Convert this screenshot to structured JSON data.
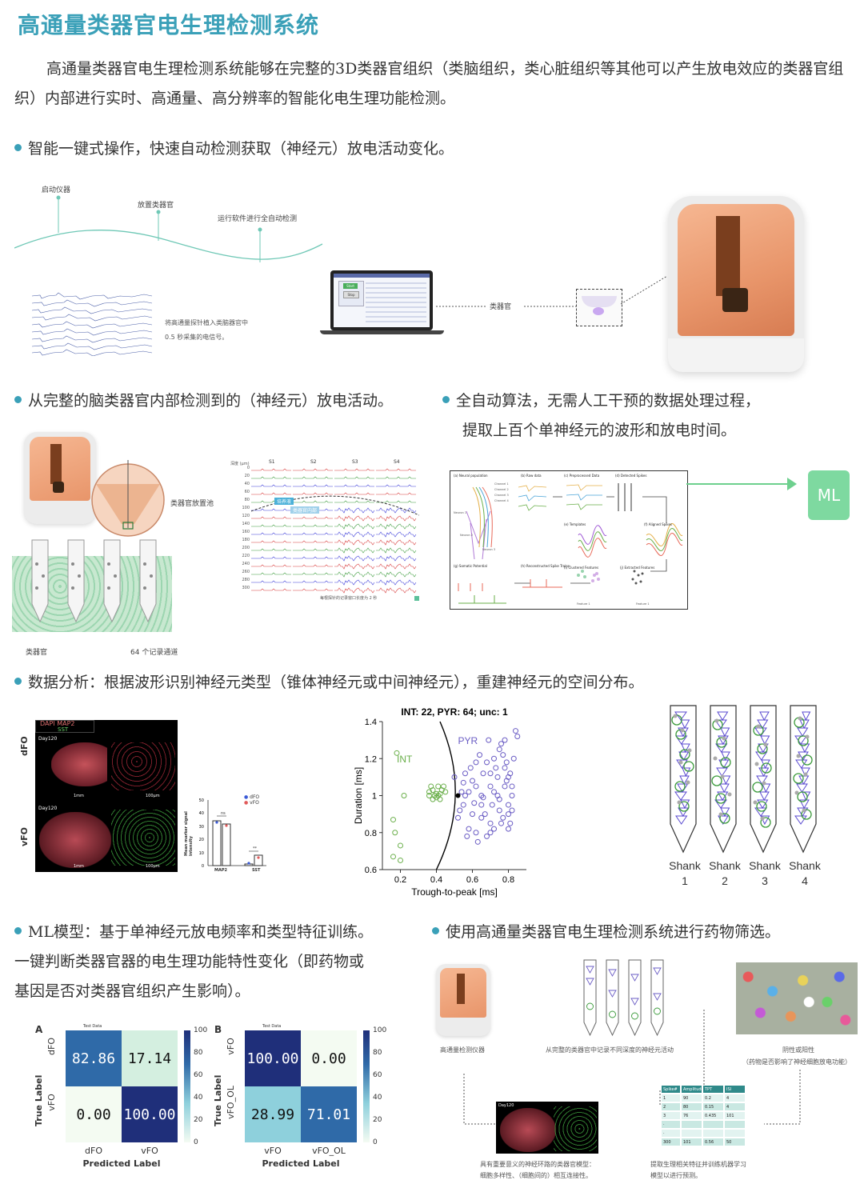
{
  "title": "高通量类器官电生理检测系统",
  "intro": "高通量类器官电生理检测系统能够在完整的3D类器官组织（类脑组织，类心脏组织等其他可以产生放电效应的类器官组织）内部进行实时、高通量、高分辨率的智能化电生理功能检测。",
  "section1": {
    "heading": "智能一键式操作，快速自动检测获取（神经元）放电活动变化。",
    "step1": "启动仪器",
    "step2": "放置类器官",
    "step3": "运行软件进行全自动检测",
    "signal_caption_1": "将高通量探针植入类脑器官中",
    "signal_caption_2": "0.5 秒采集的电信号。",
    "organoid_label": "类器官",
    "screen_btn1": "Start",
    "screen_btn2": "Stop"
  },
  "section2": {
    "heading": "从完整的脑类器官内部检测到的（神经元）放电活动。",
    "pool_label": "类器官放置池",
    "organoid_label": "类器官",
    "channels_label": "64 个记录通道",
    "trace_ylabel": "深度 (μm)",
    "shanks": [
      "S1",
      "S2",
      "S3",
      "S4"
    ],
    "depths": [
      "0",
      "20",
      "40",
      "60",
      "80",
      "100",
      "120",
      "140",
      "160",
      "180",
      "200",
      "220",
      "240",
      "260",
      "280",
      "300"
    ],
    "tag1": "培养液",
    "tag2": "类器官内部",
    "trace_caption": "每根探针的记录窗口长度为 2 秒"
  },
  "section3": {
    "heading_line1": "全自动算法，无需人工干预的数据处理过程，",
    "heading_line2": "提取上百个单神经元的波形和放电时间。",
    "ml_label": "ML",
    "panel_labels": [
      "(a) Neural population",
      "(b) Raw data",
      "(c) Preprocessed Data",
      "(d) Detected Spikes",
      "(e) Templates",
      "(f) Aligned Spikes",
      "(g) Somatic Potential",
      "(h) Reconstructed Spike Trains",
      "(i) Clustered Features",
      "(j) Extracted Features"
    ],
    "channel_labels": [
      "Channel 1",
      "Channel 2",
      "Channel 3",
      "Channel 4"
    ],
    "feature_label": "Feature 1",
    "neuron_labels": [
      "Neuron 1",
      "Neuron 2",
      "Neuron 3"
    ]
  },
  "section4": {
    "heading": "数据分析：根据波形识别神经元类型（锥体神经元或中间神经元），重建神经元的空间分布。",
    "stain_header_1": "DAPI MAP2",
    "stain_header_2": "SST",
    "day_label": "Day120",
    "row_labels": [
      "dFO",
      "vFO"
    ],
    "scale_1mm": "1mm",
    "scale_100um": "100μm",
    "bar_legend": [
      "dFO",
      "vFO"
    ],
    "bar_ylabel": "Mean marker signal intensity",
    "bar_groups": [
      "MAP2",
      "SST"
    ],
    "bar_sig": [
      "ns",
      "**"
    ],
    "scatter_title": "INT: 22, PYR: 64; unc: 1",
    "int_label": "INT",
    "pyr_label": "PYR",
    "scatter_xlabel": "Trough-to-peak [ms]",
    "scatter_ylabel": "Duration [ms]",
    "shank_word": "Shank",
    "shank_numbers": [
      "1",
      "2",
      "3",
      "4"
    ]
  },
  "chart_data": {
    "type": "scatter",
    "title": "INT: 22, PYR: 64; unc: 1",
    "xlabel": "Trough-to-peak [ms]",
    "ylabel": "Duration [ms]",
    "xlim": [
      0.1,
      0.9
    ],
    "ylim": [
      0.6,
      1.4
    ],
    "xticks": [
      "0.2",
      "0.4",
      "0.6",
      "0.8"
    ],
    "yticks": [
      "0.6",
      "0.8",
      "1",
      "1.2",
      "1.4"
    ],
    "series": [
      {
        "name": "INT",
        "color": "#6aaf4a",
        "points": [
          [
            0.16,
            0.87
          ],
          [
            0.17,
            0.8
          ],
          [
            0.22,
            1.0
          ],
          [
            0.2,
            0.73
          ],
          [
            0.16,
            0.67
          ],
          [
            0.36,
            1.02
          ],
          [
            0.38,
            1.03
          ],
          [
            0.39,
            1.0
          ],
          [
            0.4,
            0.99
          ],
          [
            0.42,
            1.01
          ],
          [
            0.42,
            0.98
          ],
          [
            0.37,
            1.05
          ],
          [
            0.44,
            1.05
          ],
          [
            0.43,
            1.03
          ],
          [
            0.18,
            1.23
          ],
          [
            0.41,
            1.05
          ],
          [
            0.38,
            0.98
          ],
          [
            0.2,
            0.65
          ],
          [
            0.36,
            1.0
          ],
          [
            0.45,
            1.02
          ],
          [
            0.4,
            1.01
          ],
          [
            0.41,
            1.0
          ]
        ]
      },
      {
        "name": "PYR",
        "color": "#6a5cc4",
        "points": [
          [
            0.5,
            1.1
          ],
          [
            0.55,
            1.07
          ],
          [
            0.58,
            1.02
          ],
          [
            0.62,
            1.05
          ],
          [
            0.65,
            1.0
          ],
          [
            0.7,
            1.12
          ],
          [
            0.72,
            1.2
          ],
          [
            0.75,
            1.25
          ],
          [
            0.78,
            1.15
          ],
          [
            0.8,
            1.1
          ],
          [
            0.82,
            1.05
          ],
          [
            0.78,
            1.3
          ],
          [
            0.84,
            1.35
          ],
          [
            0.55,
            0.95
          ],
          [
            0.6,
            0.9
          ],
          [
            0.65,
            0.88
          ],
          [
            0.7,
            0.85
          ],
          [
            0.75,
            0.92
          ],
          [
            0.8,
            0.95
          ],
          [
            0.82,
            1.0
          ],
          [
            0.58,
            0.82
          ],
          [
            0.62,
            0.8
          ],
          [
            0.68,
            0.78
          ],
          [
            0.72,
            0.82
          ],
          [
            0.76,
            0.85
          ],
          [
            0.8,
            0.9
          ],
          [
            0.56,
            1.0
          ],
          [
            0.6,
            1.08
          ],
          [
            0.66,
            1.12
          ],
          [
            0.7,
            1.05
          ],
          [
            0.74,
            1.0
          ],
          [
            0.78,
            1.05
          ],
          [
            0.81,
            1.12
          ],
          [
            0.83,
            1.2
          ],
          [
            0.77,
            1.22
          ],
          [
            0.73,
            1.15
          ],
          [
            0.68,
            1.18
          ],
          [
            0.64,
            1.22
          ],
          [
            0.59,
            1.15
          ],
          [
            0.54,
            1.02
          ],
          [
            0.52,
            0.88
          ],
          [
            0.57,
            0.78
          ],
          [
            0.63,
            0.75
          ],
          [
            0.67,
            0.9
          ],
          [
            0.71,
            0.95
          ],
          [
            0.75,
            0.98
          ],
          [
            0.79,
            1.08
          ],
          [
            0.82,
            0.92
          ],
          [
            0.85,
            1.32
          ],
          [
            0.76,
            1.28
          ],
          [
            0.69,
            1.3
          ],
          [
            0.61,
            0.96
          ],
          [
            0.66,
            0.99
          ],
          [
            0.72,
            1.02
          ],
          [
            0.77,
            0.88
          ],
          [
            0.8,
            0.82
          ],
          [
            0.56,
            1.12
          ],
          [
            0.62,
            1.18
          ],
          [
            0.65,
            0.95
          ],
          [
            0.74,
            1.1
          ],
          [
            0.79,
            1.18
          ],
          [
            0.53,
            0.92
          ],
          [
            0.7,
            0.8
          ],
          [
            0.81,
            0.85
          ]
        ]
      },
      {
        "name": "unc",
        "color": "#000000",
        "points": [
          [
            0.52,
            1.0
          ]
        ]
      }
    ]
  },
  "section5": {
    "heading_line1": "ML模型：基于单神经元放电频率和类型特征训练。",
    "heading_line2": "一键判断类器官器的电生理功能特性变化（即药物或",
    "heading_line3": "基因是否对类器官组织产生影响）。",
    "matrixA": {
      "letter": "A",
      "title": "Test Data",
      "rows": [
        "dFO",
        "vFO"
      ],
      "cols": [
        "dFO",
        "vFO"
      ],
      "values": [
        [
          "82.86",
          "17.14"
        ],
        [
          "0.00",
          "100.00"
        ]
      ],
      "xlabel": "Predicted Label",
      "ylabel": "True Label",
      "scale": [
        "100",
        "80",
        "60",
        "40",
        "20",
        "0"
      ]
    },
    "matrixB": {
      "letter": "B",
      "title": "Test Data",
      "rows": [
        "vFO",
        "vFO_OL"
      ],
      "cols": [
        "vFO",
        "vFO_OL"
      ],
      "values": [
        [
          "100.00",
          "0.00"
        ],
        [
          "28.99",
          "71.01"
        ]
      ],
      "xlabel": "Predicted Label",
      "ylabel": "True Label",
      "scale": [
        "100",
        "80",
        "60",
        "40",
        "20",
        "0"
      ]
    }
  },
  "section6": {
    "heading": "使用高通量类器官电生理检测系统进行药物筛选。",
    "cap_device": "高通量检测仪器",
    "cap_probe": "从完整的类器官中记录不同深度的神经元活动",
    "cap_pills_1": "阴性或阳性",
    "cap_pills_2": "（药物是否影响了神经细胞放电功能）",
    "cap_brain_1": "具有重要意义的神经环路的类器官模型：",
    "cap_brain_2": "细胞多样性、（细胞间的）相互连接性。",
    "cap_table_1": "提取生理相关特征并训练机器学习",
    "cap_table_2": "模型以进行预测。",
    "day_label": "Day120",
    "table_header": [
      "Spike#",
      "Amplitude",
      "TPT",
      "ISI"
    ],
    "table_rows": [
      [
        "1",
        "90",
        "0.2",
        "4"
      ],
      [
        "2",
        "80",
        "0.15",
        "4"
      ],
      [
        "3",
        "76",
        "0.435",
        "101"
      ],
      [
        "·",
        "",
        "",
        ""
      ],
      [
        "·",
        "",
        "",
        ""
      ],
      [
        "300",
        "101",
        "0.56",
        "50"
      ]
    ]
  },
  "colors": {
    "accent": "#3aa0b8",
    "orange": "#e8956a",
    "green": "#6aaf4a",
    "purple": "#6a5cc4",
    "navy": "#1f3a80"
  }
}
